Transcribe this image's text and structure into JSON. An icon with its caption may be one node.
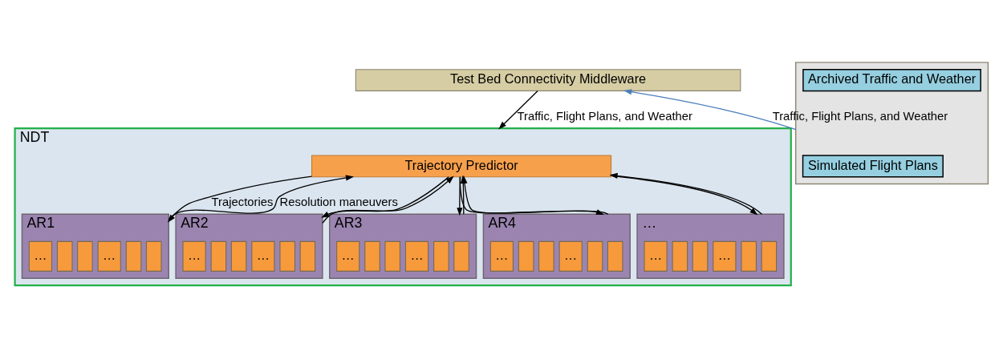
{
  "diagram": {
    "nodes": [
      {
        "text": [
          "Test Bed Connectivity Middleware"
        ]
      },
      {
        "text": [],
        "shape": "box"
      },
      {
        "text": [
          "Simulated Flight Plans"
        ],
        "in": 1
      },
      {
        "text": [
          "Archived Traffic and Weather"
        ],
        "in": 1
      },
      {
        "text": [
          "NDT"
        ]
      },
      {
        "text": [
          "Trajectory Predictor"
        ],
        "in": 4
      },
      {
        "text": [
          "AR1"
        ],
        "in": 4
      },
      {
        "text": [],
        "shape": "box",
        "in": 6
      },
      {
        "text": [],
        "shape": "box",
        "in": 6
      },
      {
        "text": [
          "…"
        ],
        "in": 6
      },
      {
        "text": [],
        "shape": "box",
        "in": 6
      },
      {
        "text": [],
        "shape": "box",
        "in": 6
      },
      {
        "text": [
          "…"
        ],
        "in": 6
      },
      {
        "text": [
          "AR2"
        ],
        "in": 4
      },
      {
        "text": [],
        "shape": "box",
        "in": 13
      },
      {
        "text": [],
        "shape": "box",
        "in": 13
      },
      {
        "text": [
          "…"
        ],
        "in": 13
      },
      {
        "text": [],
        "shape": "box",
        "in": 13
      },
      {
        "text": [],
        "shape": "box",
        "in": 13
      },
      {
        "text": [
          "…"
        ],
        "in": 13
      },
      {
        "text": [
          "AR3"
        ],
        "in": 4
      },
      {
        "text": [],
        "shape": "box",
        "in": 20
      },
      {
        "text": [],
        "shape": "box",
        "in": 20
      },
      {
        "text": [
          "…"
        ],
        "in": 20
      },
      {
        "text": [],
        "shape": "box",
        "in": 20
      },
      {
        "text": [],
        "shape": "box",
        "in": 20
      },
      {
        "text": [
          "…"
        ],
        "in": 20
      },
      {
        "text": [
          "AR4"
        ],
        "in": 4
      },
      {
        "text": [],
        "shape": "box",
        "in": 27
      },
      {
        "text": [],
        "shape": "box",
        "in": 27
      },
      {
        "text": [
          "…"
        ],
        "in": 27
      },
      {
        "text": [],
        "shape": "box",
        "in": 27
      },
      {
        "text": [],
        "shape": "box",
        "in": 27
      },
      {
        "text": [
          "…"
        ],
        "in": 27
      },
      {
        "text": [
          "…"
        ],
        "in": 4
      },
      {
        "text": [],
        "shape": "box",
        "in": 34
      },
      {
        "text": [],
        "shape": "box",
        "in": 34
      },
      {
        "text": [
          "…"
        ],
        "in": 34
      },
      {
        "text": [],
        "shape": "box",
        "in": 34
      },
      {
        "text": [],
        "shape": "box",
        "in": 34
      },
      {
        "text": [
          "…"
        ],
        "in": 34
      }
    ],
    "edges": [
      {
        "from": 1,
        "to": 0,
        "arrow": "to",
        "label": "Traffic, Flight Plans, and Weather",
        "color": "#4a7ebb"
      },
      {
        "from": 0,
        "to": 4,
        "arrow": "to",
        "label": "Traffic, Flight Plans, and Weather"
      },
      {
        "from": 5,
        "to": 6,
        "arrow": "to",
        "label": "Trajectories"
      },
      {
        "from": 6,
        "to": 5,
        "arrow": "to",
        "label": "Resolution maneuvers"
      },
      {
        "from": 5,
        "to": 13,
        "arrow": "to"
      },
      {
        "from": 13,
        "to": 5,
        "arrow": "to"
      },
      {
        "from": 5,
        "to": 20,
        "arrow": "to"
      },
      {
        "from": 20,
        "to": 5,
        "arrow": "to"
      },
      {
        "from": 5,
        "to": 27,
        "arrow": "to"
      },
      {
        "from": 27,
        "to": 5,
        "arrow": "to"
      },
      {
        "from": 5,
        "to": 34,
        "arrow": "to"
      },
      {
        "from": 34,
        "to": 5,
        "arrow": "to"
      }
    ]
  }
}
